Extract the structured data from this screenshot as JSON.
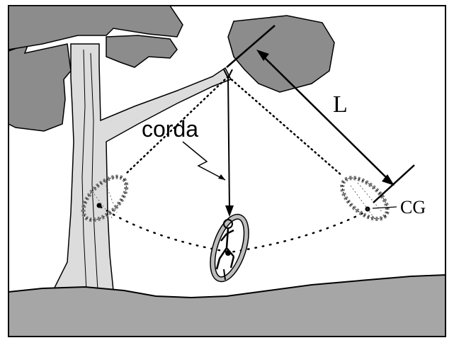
{
  "labels": {
    "rope": "corda",
    "length": "L",
    "center_of_gravity": "CG"
  },
  "colors": {
    "foliage": "#8c8c8c",
    "trunk": "#dcdcdc",
    "ground": "#a6a6a6",
    "outline": "#000000",
    "tire": "#bdbdbd"
  }
}
